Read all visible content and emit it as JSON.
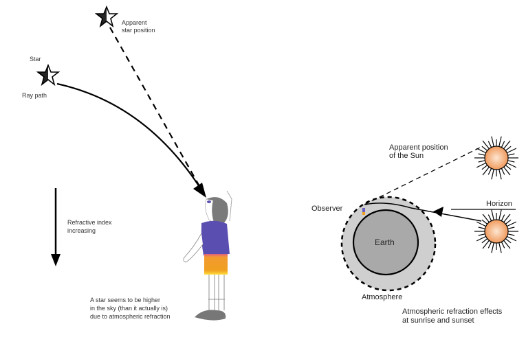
{
  "left_panel": {
    "apparent_star_label": [
      "Apparent",
      "star position"
    ],
    "star_label": "Star",
    "ray_path_label": "Ray path",
    "refractive_label": [
      "Refractive index",
      "increasing"
    ],
    "caption": [
      "A star seems to be higher",
      "in the sky (than it actually is)",
      "due to atmospheric refraction"
    ]
  },
  "right_panel": {
    "apparent_sun_label": [
      "Apparent position",
      "of the Sun"
    ],
    "horizon_label": "Horizon",
    "observer_label": "Observer",
    "earth_label": "Earth",
    "atmosphere_label": "Atmosphere",
    "caption": [
      "Atmospheric refraction effects",
      "at sunrise and sunset"
    ]
  },
  "colors": {
    "sun_fill": "#f4a46a",
    "earth_fill": "#a9a9a9",
    "atmosphere_fill": "#cfcfcf",
    "shirt": "#5a4fb0",
    "shorts": "#f0a020"
  }
}
